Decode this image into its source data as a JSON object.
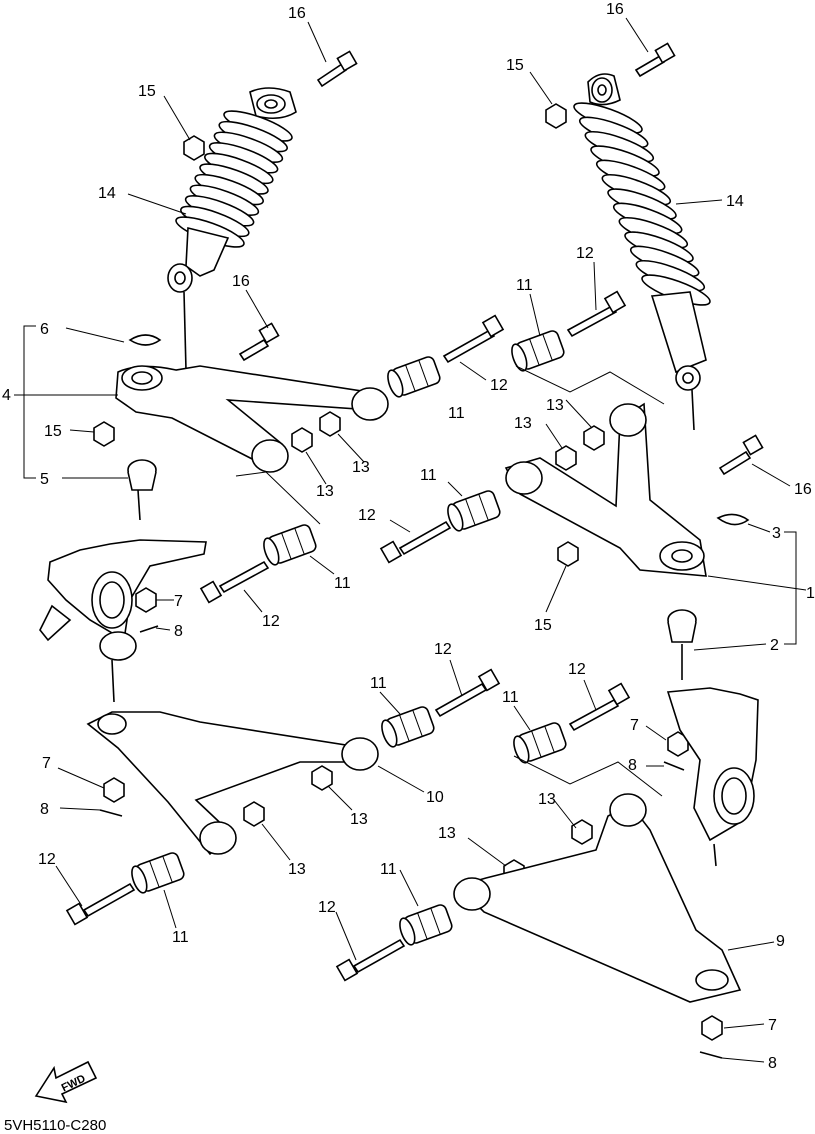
{
  "diagram_code": "5VH5110-C280",
  "fwd_label": "FWD",
  "callouts": [
    {
      "id": "c16a",
      "text": "16"
    },
    {
      "id": "c15a",
      "text": "15"
    },
    {
      "id": "c14a",
      "text": "14"
    },
    {
      "id": "c16b",
      "text": "16"
    },
    {
      "id": "c15b",
      "text": "15"
    },
    {
      "id": "c14b",
      "text": "14"
    },
    {
      "id": "c12a",
      "text": "12"
    },
    {
      "id": "c11a",
      "text": "11"
    },
    {
      "id": "c16c",
      "text": "16"
    },
    {
      "id": "c6",
      "text": "6"
    },
    {
      "id": "c4",
      "text": "4"
    },
    {
      "id": "c15c",
      "text": "15"
    },
    {
      "id": "c5",
      "text": "5"
    },
    {
      "id": "c12b",
      "text": "12"
    },
    {
      "id": "c11b",
      "text": "11"
    },
    {
      "id": "c13a",
      "text": "13"
    },
    {
      "id": "c13b",
      "text": "13"
    },
    {
      "id": "c13c",
      "text": "13"
    },
    {
      "id": "c13d",
      "text": "13"
    },
    {
      "id": "c16d",
      "text": "16"
    },
    {
      "id": "c3",
      "text": "3"
    },
    {
      "id": "c11c",
      "text": "11"
    },
    {
      "id": "c12c",
      "text": "12"
    },
    {
      "id": "c1",
      "text": "1"
    },
    {
      "id": "c11d",
      "text": "11"
    },
    {
      "id": "c12d",
      "text": "12"
    },
    {
      "id": "c7a",
      "text": "7"
    },
    {
      "id": "c8a",
      "text": "8"
    },
    {
      "id": "c15d",
      "text": "15"
    },
    {
      "id": "c2",
      "text": "2"
    },
    {
      "id": "c12e",
      "text": "12"
    },
    {
      "id": "c11e",
      "text": "11"
    },
    {
      "id": "c12f",
      "text": "12"
    },
    {
      "id": "c11f",
      "text": "11"
    },
    {
      "id": "c7b",
      "text": "7"
    },
    {
      "id": "c8b",
      "text": "8"
    },
    {
      "id": "c7c",
      "text": "7"
    },
    {
      "id": "c10",
      "text": "10"
    },
    {
      "id": "c13e",
      "text": "13"
    },
    {
      "id": "c13f",
      "text": "13"
    },
    {
      "id": "c8c",
      "text": "8"
    },
    {
      "id": "c12g",
      "text": "12"
    },
    {
      "id": "c13g",
      "text": "13"
    },
    {
      "id": "c13h",
      "text": "13"
    },
    {
      "id": "c11g",
      "text": "11"
    },
    {
      "id": "c11h",
      "text": "11"
    },
    {
      "id": "c12h",
      "text": "12"
    },
    {
      "id": "c9",
      "text": "9"
    },
    {
      "id": "c7d",
      "text": "7"
    },
    {
      "id": "c8d",
      "text": "8"
    }
  ]
}
